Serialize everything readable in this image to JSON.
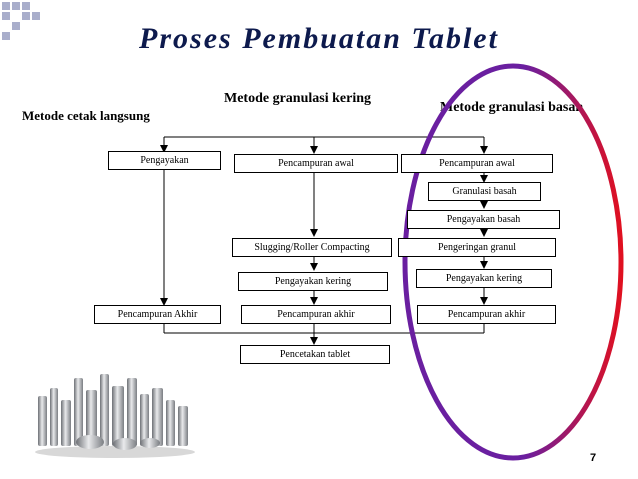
{
  "title": "Proses Pembuatan Tablet",
  "methods": {
    "direct": "Metode cetak langsung",
    "dry": "Metode granulasi kering",
    "wet": "Metode granulasi basah"
  },
  "steps": {
    "direct_1": "Pengayakan",
    "direct_2": "Pencampuran Akhir",
    "dry_1": "Pencampuran awal",
    "dry_2": "Slugging/Roller Compacting",
    "dry_3": "Pengayakan kering",
    "dry_4": "Pencampuran akhir",
    "wet_1": "Pencampuran awal",
    "wet_2": "Granulasi basah",
    "wet_3": "Pengayakan basah",
    "wet_4": "Pengeringan granul",
    "wet_5": "Pengayakan kering",
    "wet_6": "Pencampuran akhir",
    "final": "Pencetakan tablet"
  },
  "page_number": "7",
  "colors": {
    "title": "#0d1a4d",
    "ellipse_start": "#6a1fa0",
    "ellipse_end": "#e01020",
    "deco_square": "#a9aecb"
  }
}
